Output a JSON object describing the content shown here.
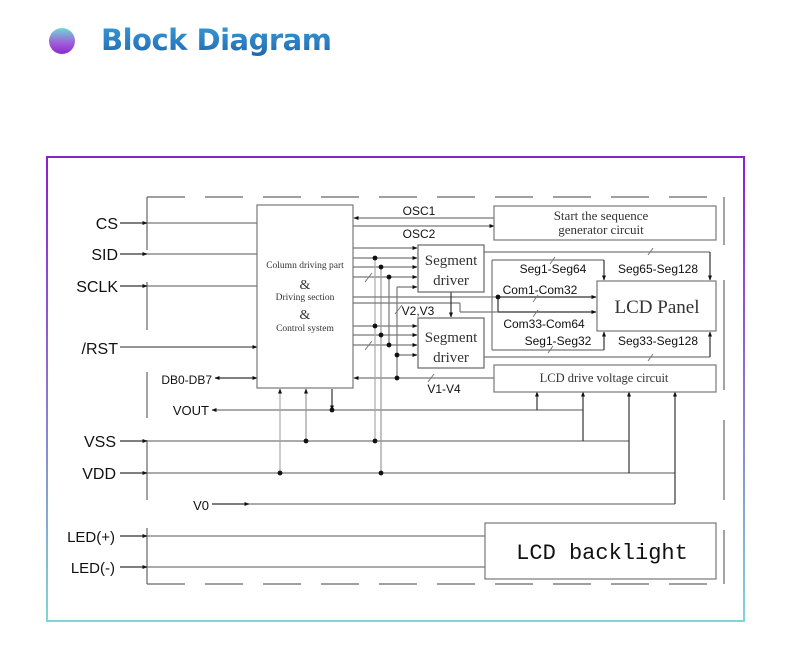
{
  "header": {
    "title": "Block Diagram",
    "bullet_icon": "gradient-circle-icon",
    "accent_colors": {
      "title": "#2a82c4",
      "frame_top": "#8c1fd0",
      "frame_bottom": "#7fd6d6"
    }
  },
  "diagram": {
    "pins": {
      "cs": "CS",
      "sid": "SID",
      "sclk": "SCLK",
      "rst": "/RST",
      "db": "DB0-DB7",
      "vout": "VOUT",
      "vss": "VSS",
      "vdd": "VDD",
      "v0": "V0",
      "led_plus": "LED(+)",
      "led_minus": "LED(-)"
    },
    "blocks": {
      "control": {
        "line1": "Column driving part",
        "amp1": "&",
        "line2": "Driving section",
        "amp2": "&",
        "line3": "Control system"
      },
      "sequence": {
        "line1": "Start the sequence",
        "line2": "generator circuit"
      },
      "segment_driver_1": {
        "line1": "Segment",
        "line2": "driver"
      },
      "segment_driver_2": {
        "line1": "Segment",
        "line2": "driver"
      },
      "lcd_panel": "LCD Panel",
      "voltage": "LCD drive voltage circuit",
      "backlight": "LCD backlight"
    },
    "signals": {
      "osc1": "OSC1",
      "osc2": "OSC2",
      "v2v3": "V2,V3",
      "v1v4": "V1-V4",
      "seg1_64": "Seg1-Seg64",
      "seg65_128": "Seg65-Seg128",
      "com1_32": "Com1-Com32",
      "com33_64": "Com33-Com64",
      "seg1_32": "Seg1-Seg32",
      "seg33_128": "Seg33-Seg128"
    }
  }
}
